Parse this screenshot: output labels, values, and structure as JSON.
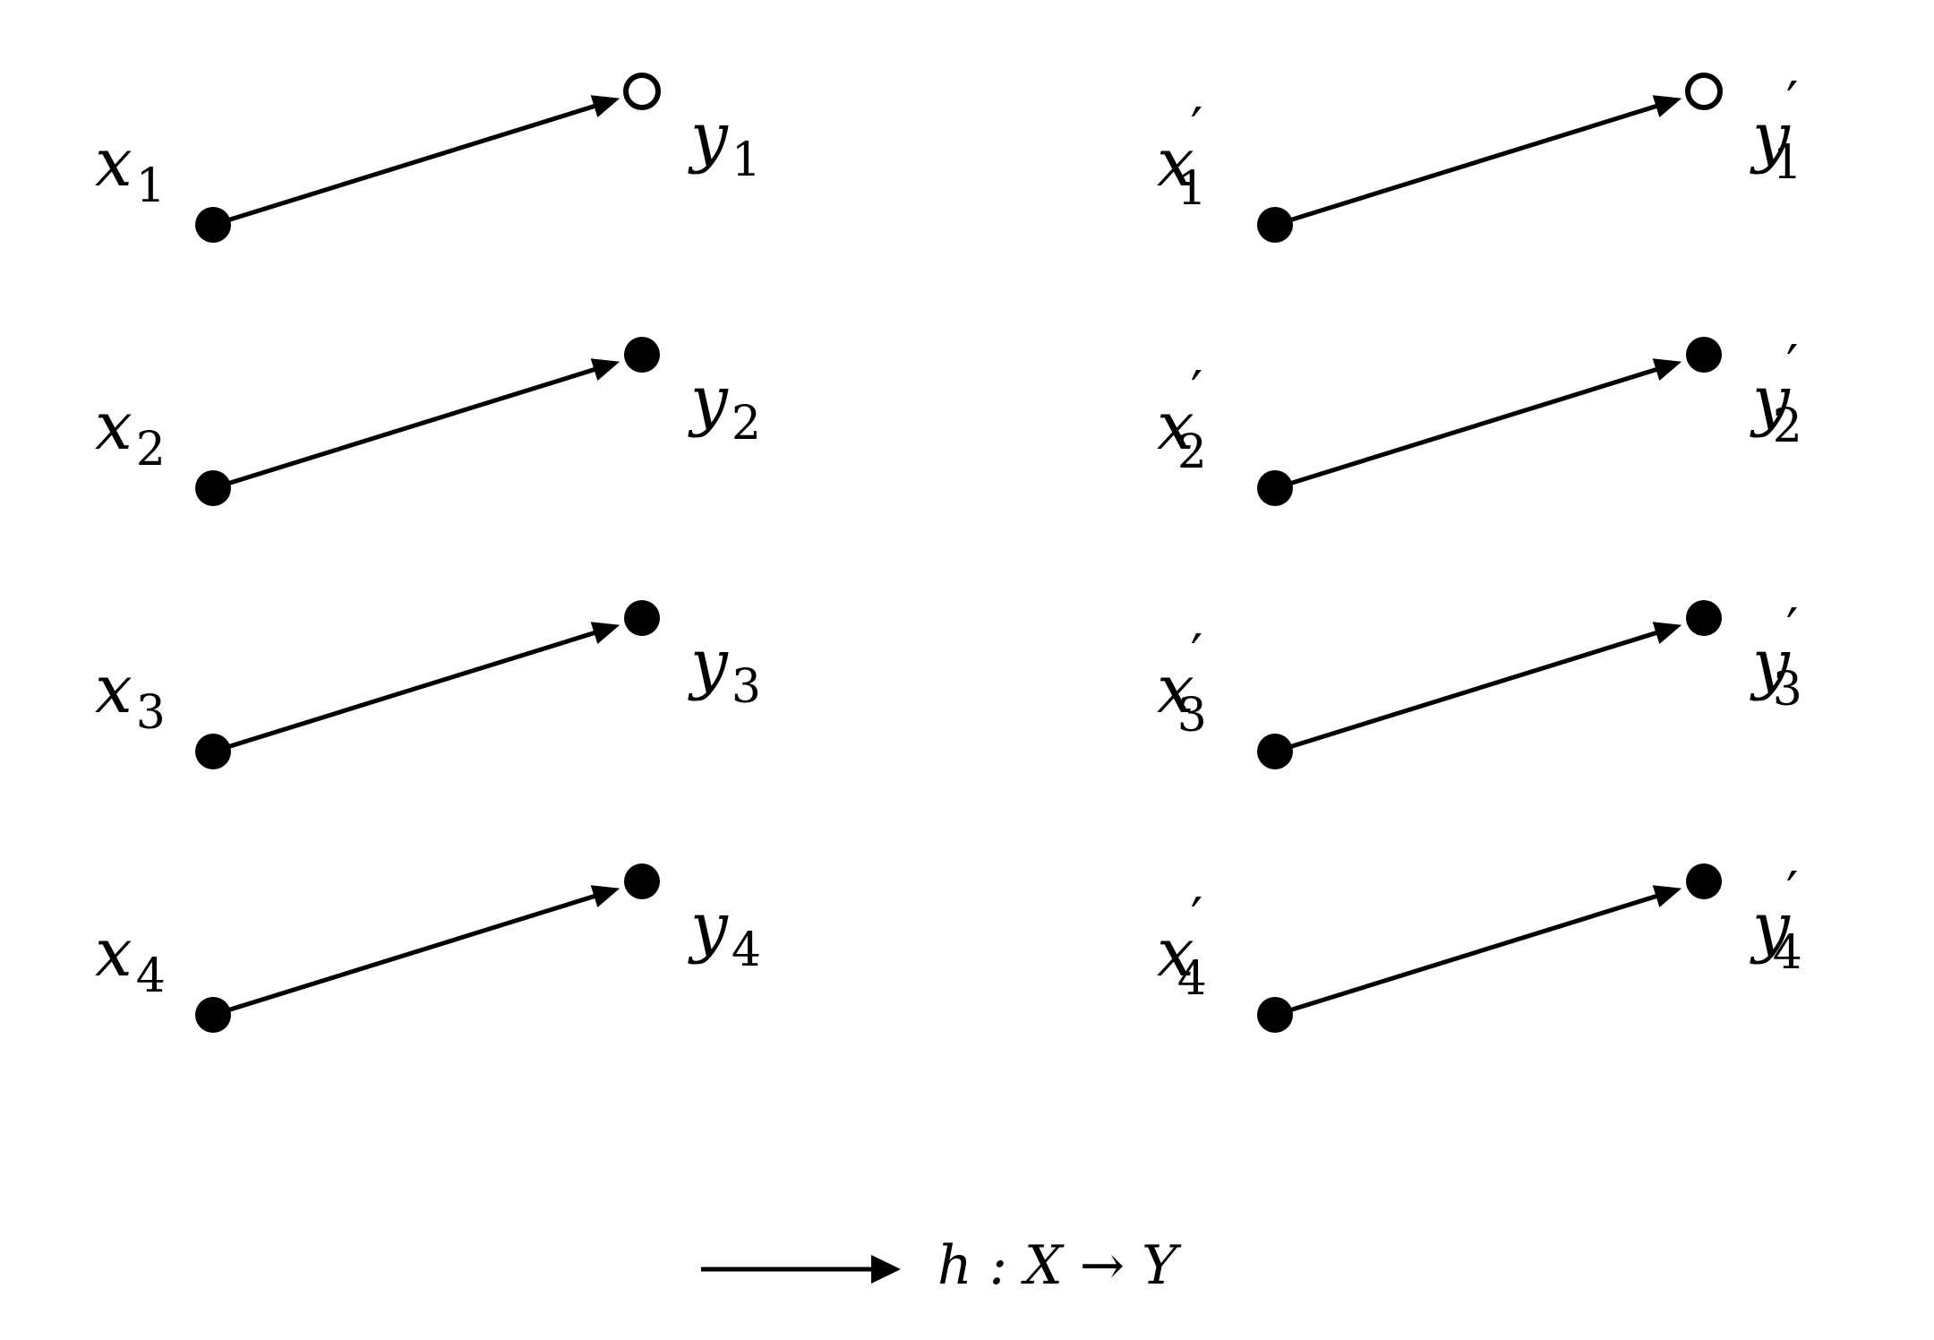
{
  "diagram": {
    "columns": [
      {
        "name": "left",
        "rows": [
          {
            "source": {
              "base": "x",
              "sub": "1",
              "prime": false
            },
            "target": {
              "base": "y",
              "sub": "1",
              "prime": false
            },
            "target_open": true
          },
          {
            "source": {
              "base": "x",
              "sub": "2",
              "prime": false
            },
            "target": {
              "base": "y",
              "sub": "2",
              "prime": false
            },
            "target_open": false
          },
          {
            "source": {
              "base": "x",
              "sub": "3",
              "prime": false
            },
            "target": {
              "base": "y",
              "sub": "3",
              "prime": false
            },
            "target_open": false
          },
          {
            "source": {
              "base": "x",
              "sub": "4",
              "prime": false
            },
            "target": {
              "base": "y",
              "sub": "4",
              "prime": false
            },
            "target_open": false
          }
        ]
      },
      {
        "name": "right",
        "rows": [
          {
            "source": {
              "base": "x",
              "sub": "1",
              "prime": true
            },
            "target": {
              "base": "y",
              "sub": "1",
              "prime": true
            },
            "target_open": true
          },
          {
            "source": {
              "base": "x",
              "sub": "2",
              "prime": true
            },
            "target": {
              "base": "y",
              "sub": "2",
              "prime": true
            },
            "target_open": false
          },
          {
            "source": {
              "base": "x",
              "sub": "3",
              "prime": true
            },
            "target": {
              "base": "y",
              "sub": "3",
              "prime": true
            },
            "target_open": false
          },
          {
            "source": {
              "base": "x",
              "sub": "4",
              "prime": true
            },
            "target": {
              "base": "y",
              "sub": "4",
              "prime": true
            },
            "target_open": false
          }
        ]
      }
    ],
    "prime_mark": "′",
    "legend": {
      "label": "h : X → Y"
    },
    "colors": {
      "ink": "#000000",
      "background": "#ffffff"
    }
  }
}
